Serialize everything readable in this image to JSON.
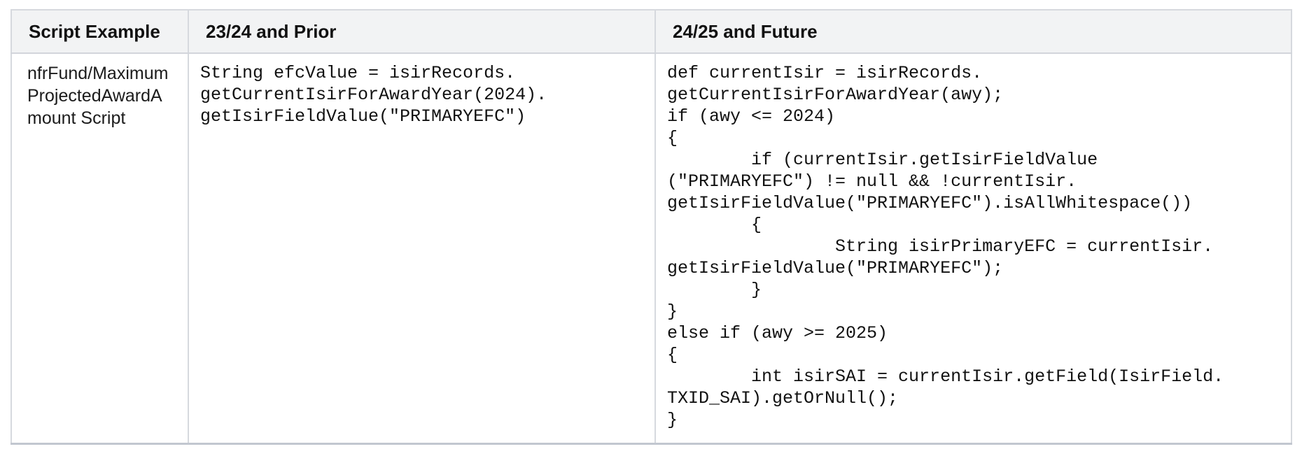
{
  "table": {
    "columns": [
      {
        "label": "Script Example"
      },
      {
        "label": "23/24 and Prior"
      },
      {
        "label": "24/25 and Future"
      }
    ],
    "rows": [
      {
        "script_name": "nfrFund/MaximumProjectedAwardAmount Script",
        "code_prior": "String efcValue = isirRecords.\ngetCurrentIsirForAwardYear(2024).\ngetIsirFieldValue(\"PRIMARYEFC\")",
        "code_future": "def currentIsir = isirRecords.\ngetCurrentIsirForAwardYear(awy);\nif (awy <= 2024)\n{\n        if (currentIsir.getIsirFieldValue\n(\"PRIMARYEFC\") != null && !currentIsir.\ngetIsirFieldValue(\"PRIMARYEFC\").isAllWhitespace())\n        {\n                String isirPrimaryEFC = currentIsir.\ngetIsirFieldValue(\"PRIMARYEFC\");\n        }\n}\nelse if (awy >= 2025)\n{\n        int isirSAI = currentIsir.getField(IsirField.\nTXID_SAI).getOrNull();\n}"
      }
    ],
    "colors": {
      "header_bg": "#f2f3f4",
      "border": "#d6d9de",
      "border_outer": "#c9cdd5",
      "text": "#1a1a1a"
    }
  }
}
